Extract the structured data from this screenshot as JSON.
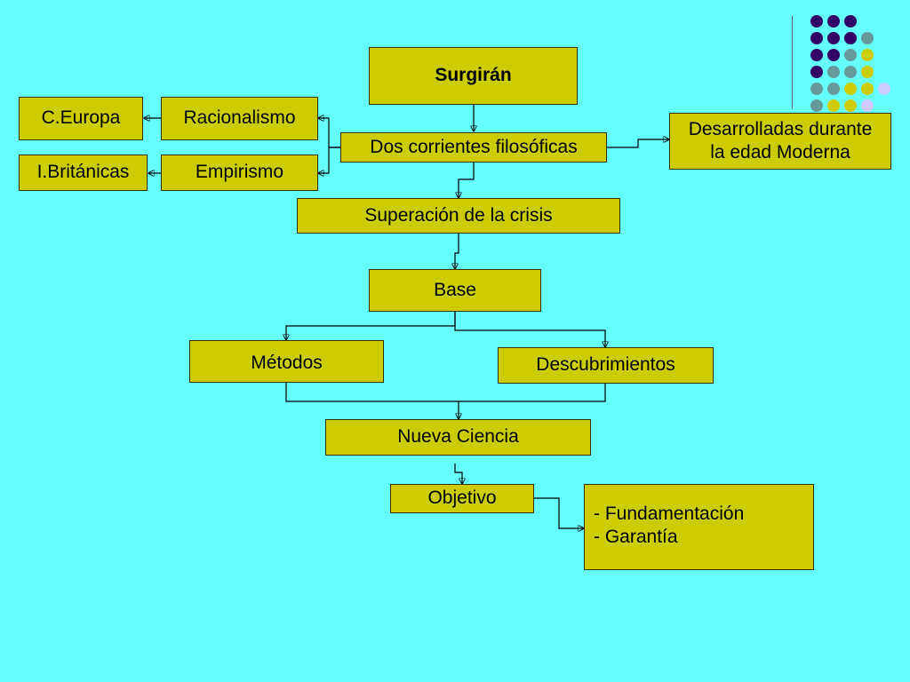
{
  "nodes": {
    "surgiran": "Surgirán",
    "dos_corrientes": "Dos corrientes filosóficas",
    "racionalismo": "Racionalismo",
    "empirismo": "Empirismo",
    "c_europa": "C.Europa",
    "i_britanicas": "I.Británicas",
    "desarrolladas_1": "Desarrolladas durante",
    "desarrolladas_2": "la edad Moderna",
    "superacion": "Superación de la crisis",
    "base": "Base",
    "metodos": "Métodos",
    "descubrimientos": "Descubrimientos",
    "nueva_ciencia": "Nueva Ciencia",
    "objetivo": "Objetivo",
    "fundamentacion": "- Fundamentación",
    "garantia": "- Garantía"
  },
  "colors": {
    "background": "#66ffff",
    "box_fill": "#cccc00",
    "dot_purple": "#330066",
    "dot_teal": "#669999",
    "dot_yellow": "#cccc00",
    "dot_lavender": "#ccccff"
  }
}
